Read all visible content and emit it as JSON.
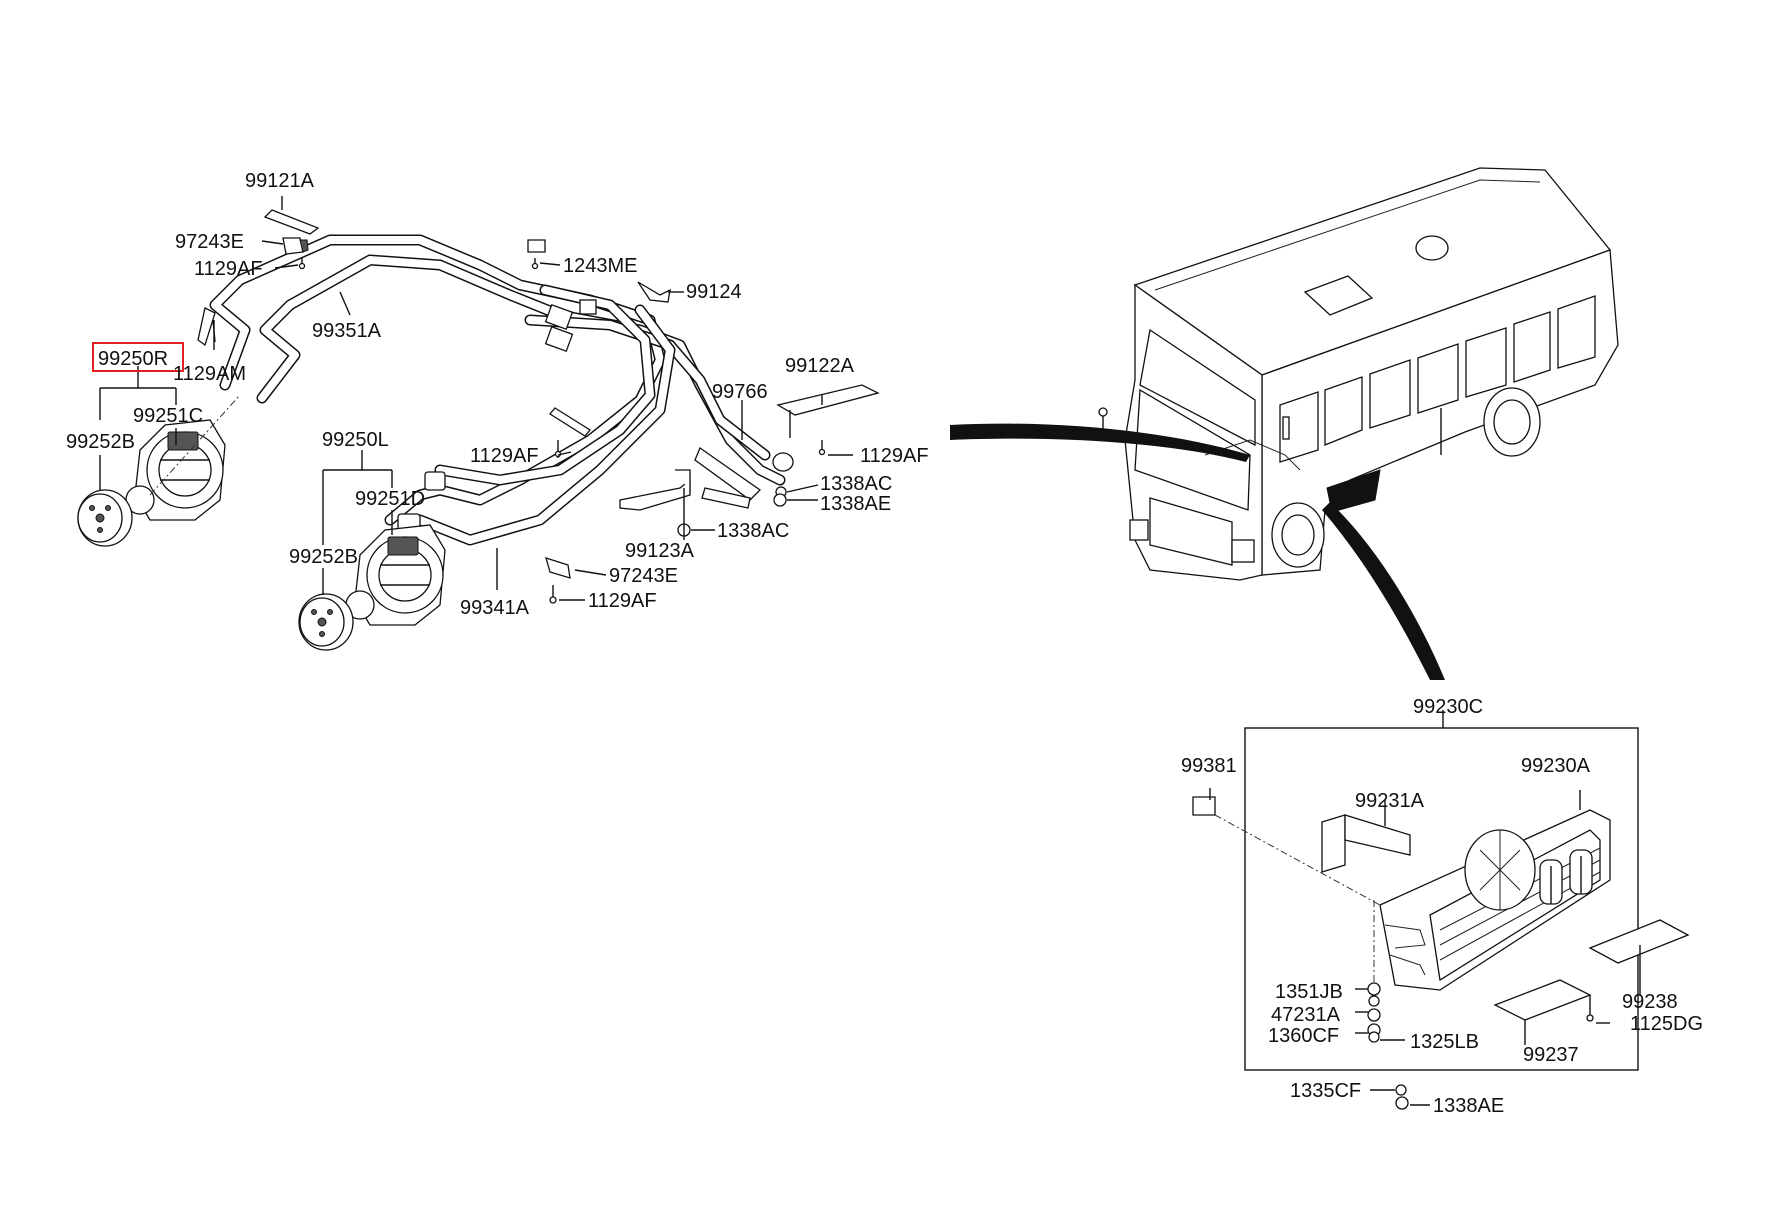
{
  "diagram": {
    "labels": {
      "p99121A": "99121A",
      "p97243E_top": "97243E",
      "p1129AF_a": "1129AF",
      "p1243ME": "1243ME",
      "p99124": "99124",
      "p99351A": "99351A",
      "p99250R": "99250R",
      "p1129AM": "1129AM",
      "p99251C": "99251C",
      "p99252B_a": "99252B",
      "p99250L": "99250L",
      "p99251D": "99251D",
      "p99252B_b": "99252B",
      "p1129AF_b": "1129AF",
      "p99122A": "99122A",
      "p99766": "99766",
      "p1129AF_c": "1129AF",
      "p1338AC_a": "1338AC",
      "p1338AE_a": "1338AE",
      "p1338AC_b": "1338AC",
      "p99123A": "99123A",
      "p97243E_b": "97243E",
      "p1129AF_d": "1129AF",
      "p99341A": "99341A",
      "p99230C": "99230C",
      "p99381": "99381",
      "p99230A": "99230A",
      "p99231A": "99231A",
      "p1351JB": "1351JB",
      "p47231A": "47231A",
      "p1360CF": "1360CF",
      "p1325LB": "1325LB",
      "p99238": "99238",
      "p1125DG": "1125DG",
      "p99237": "99237",
      "p1335CF": "1335CF",
      "p1338AE_b": "1338AE"
    },
    "highlighted_part": "99250R",
    "highlight_color": "#e02020"
  }
}
